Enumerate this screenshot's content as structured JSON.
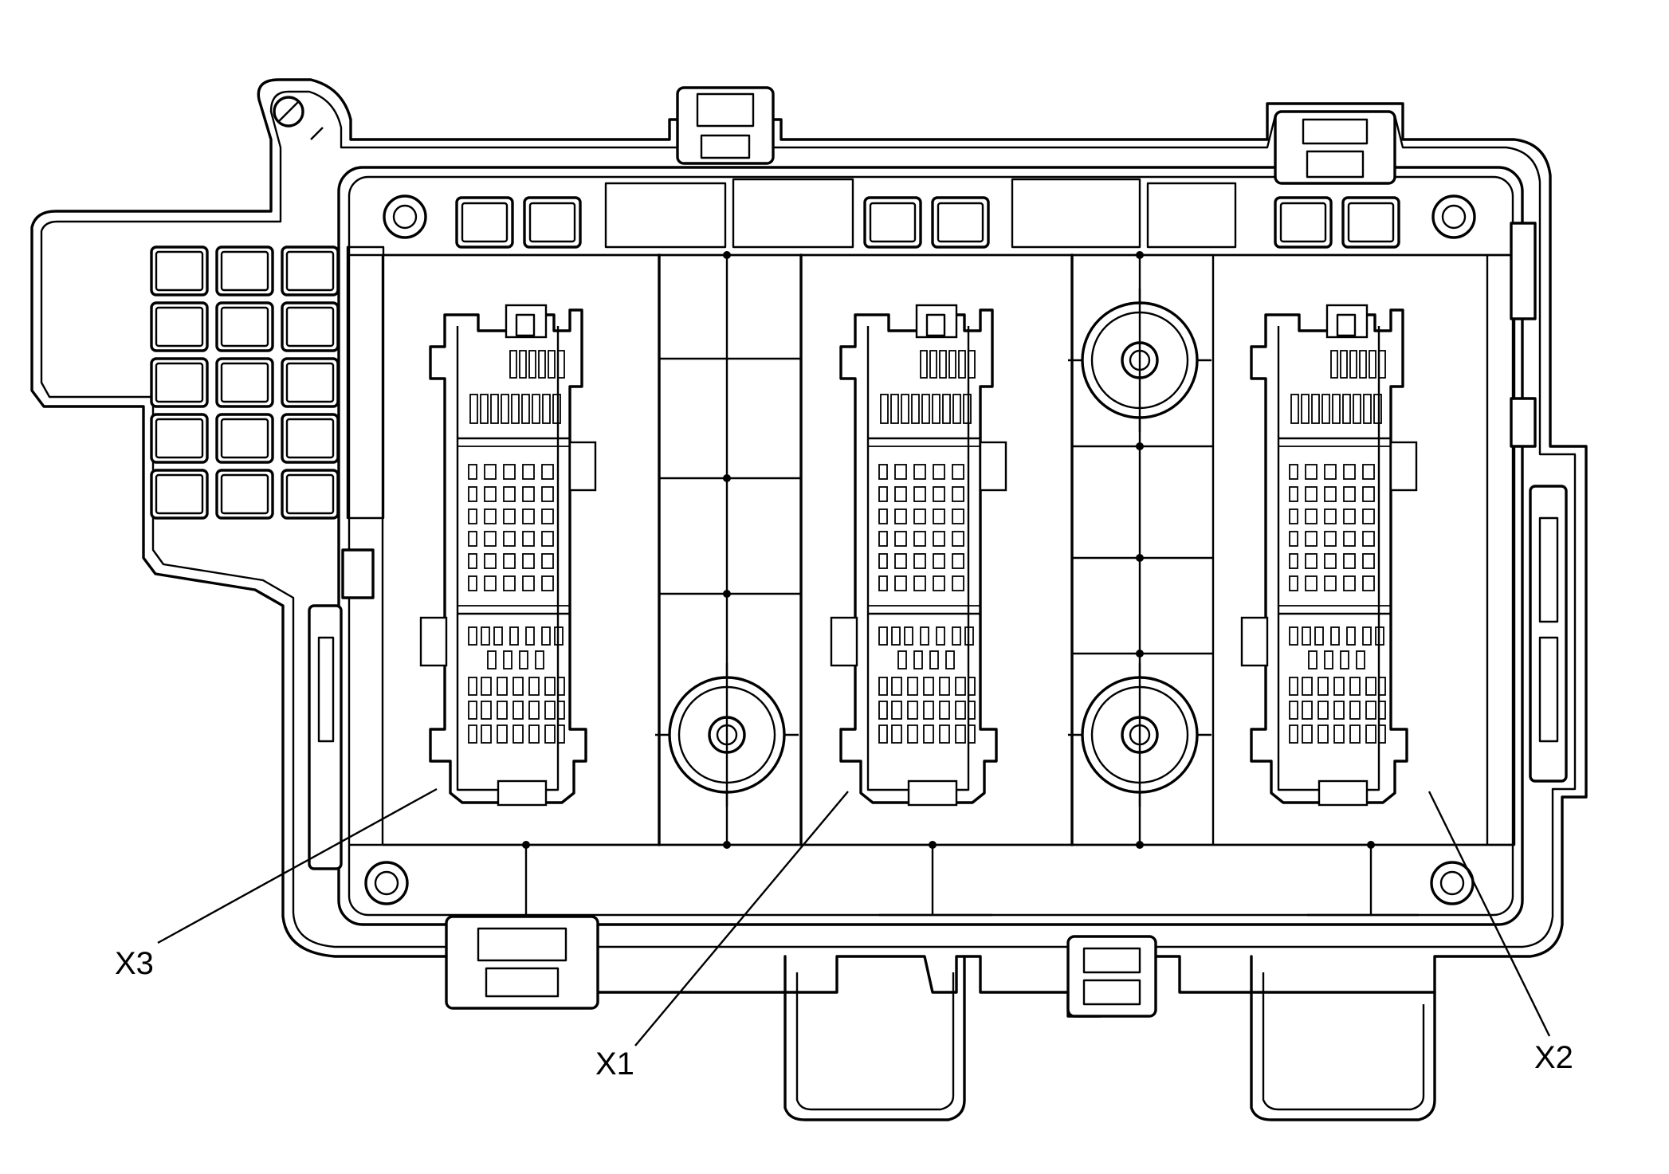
{
  "connectors": [
    {
      "id": "x3",
      "label": "X3"
    },
    {
      "id": "x1",
      "label": "X1"
    },
    {
      "id": "x2",
      "label": "X2"
    }
  ]
}
